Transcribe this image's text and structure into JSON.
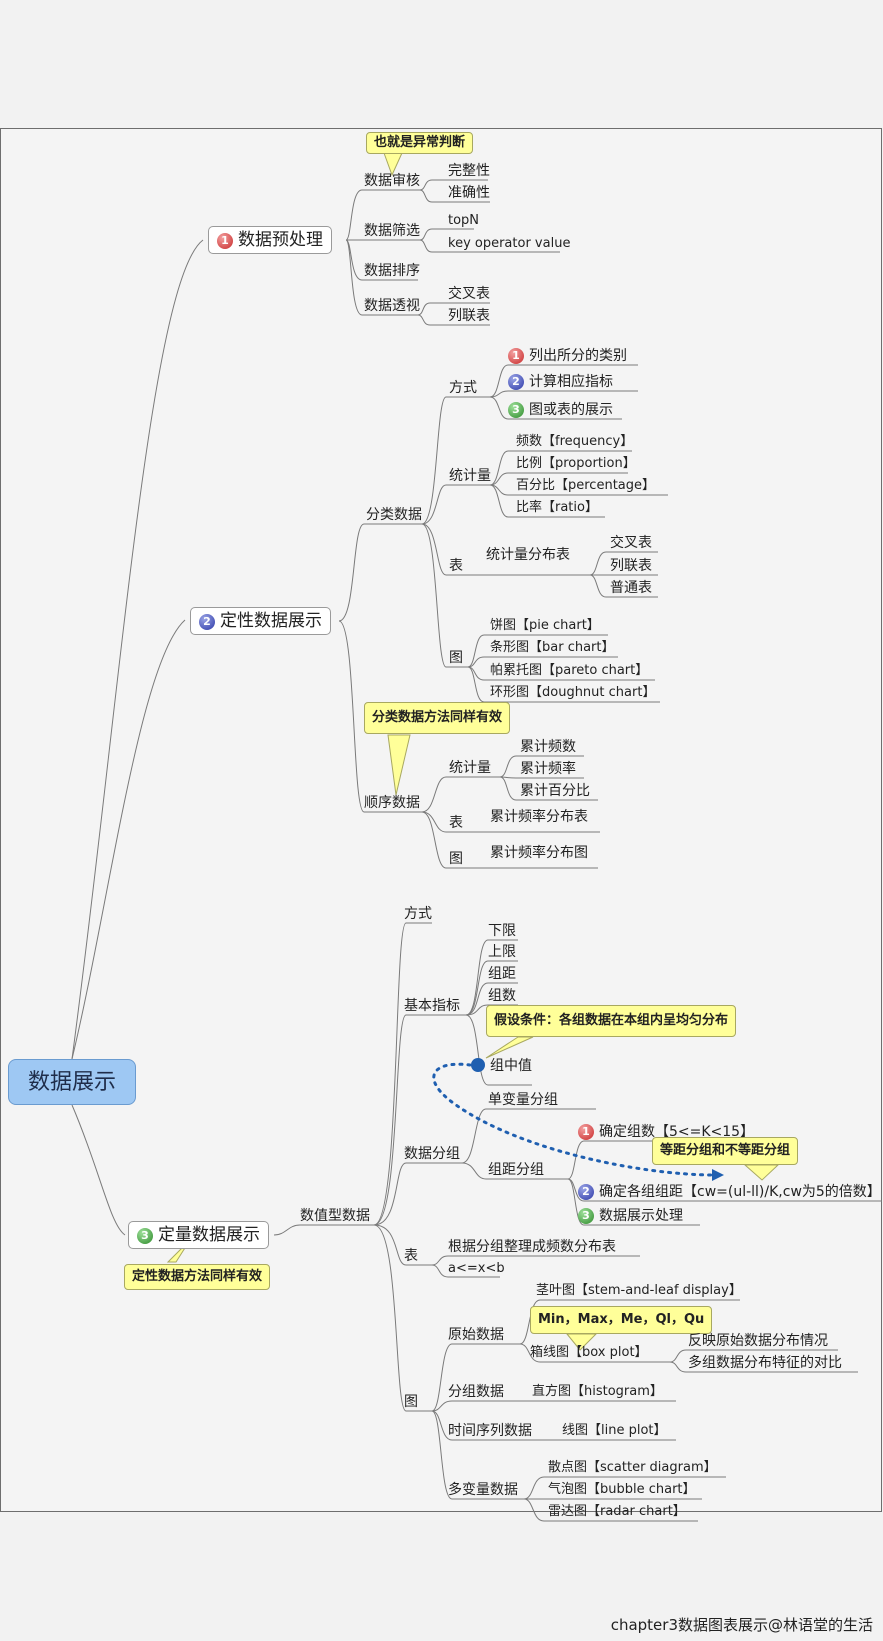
{
  "root": "数据展示",
  "branch1": {
    "title": "数据预处理",
    "badge": "1",
    "note": "也就是异常判断",
    "audit": {
      "label": "数据审核",
      "items": [
        "完整性",
        "准确性"
      ]
    },
    "filter": {
      "label": "数据筛选",
      "items": [
        "topN",
        "key operator value"
      ]
    },
    "sort": {
      "label": "数据排序"
    },
    "pivot": {
      "label": "数据透视",
      "items": [
        "交叉表",
        "列联表"
      ]
    }
  },
  "branch2": {
    "title": "定性数据展示",
    "badge": "2",
    "categorical": {
      "label": "分类数据",
      "method": {
        "label": "方式",
        "items": [
          "列出所分的类别",
          "计算相应指标",
          "图或表的展示"
        ],
        "badges": [
          "1",
          "2",
          "3"
        ]
      },
      "stats": {
        "label": "统计量",
        "items": [
          "频数【frequency】",
          "比例【proportion】",
          "百分比【percentage】",
          "比率【ratio】"
        ]
      },
      "table": {
        "label": "表",
        "sub": "统计量分布表",
        "items": [
          "交叉表",
          "列联表",
          "普通表"
        ]
      },
      "chart": {
        "label": "图",
        "items": [
          "饼图【pie chart】",
          "条形图【bar chart】",
          "帕累托图【pareto chart】",
          "环形图【doughnut chart】"
        ]
      }
    },
    "ordinal": {
      "label": "顺序数据",
      "note": "分类数据方法同样有效",
      "stats": {
        "label": "统计量",
        "items": [
          "累计频数",
          "累计频率",
          "累计百分比"
        ]
      },
      "table": {
        "label": "表",
        "item": "累计频率分布表"
      },
      "chart": {
        "label": "图",
        "item": "累计频率分布图"
      }
    }
  },
  "branch3": {
    "title": "定量数据展示",
    "badge": "3",
    "note": "定性数据方法同样有效",
    "numeric": {
      "label": "数值型数据",
      "method": {
        "label": "方式"
      },
      "basic": {
        "label": "基本指标",
        "items": [
          "下限",
          "上限",
          "组距",
          "组数",
          "组中值"
        ],
        "note": "假设条件：各组数据在本组内呈均匀分布"
      },
      "grouping": {
        "label": "数据分组",
        "single": "单变量分组",
        "interval": {
          "label": "组距分组",
          "note": "等距分组和不等距分组",
          "steps": [
            "确定组数【5<=K<15】",
            "确定各组组距【cw=(ul-ll)/K,cw为5的倍数】",
            "数据展示处理"
          ],
          "badges": [
            "1",
            "2",
            "3"
          ]
        }
      },
      "table": {
        "label": "表",
        "items": [
          "根据分组整理成频数分布表",
          "a<=x<b"
        ]
      },
      "chart": {
        "label": "图",
        "raw": {
          "label": "原始数据",
          "stem": "茎叶图【stem-and-leaf display】",
          "box": "箱线图【box plot】",
          "box_note": "Min，Max，Me，Ql，Qu",
          "box_items": [
            "反映原始数据分布情况",
            "多组数据分布特征的对比"
          ]
        },
        "grouped": {
          "label": "分组数据",
          "item": "直方图【histogram】"
        },
        "timeseries": {
          "label": "时间序列数据",
          "item": "线图【line plot】"
        },
        "multi": {
          "label": "多变量数据",
          "items": [
            "散点图【scatter diagram】",
            "气泡图【bubble chart】",
            "雷达图【radar chart】"
          ]
        }
      }
    }
  },
  "footer": "chapter3数据图表展示@林语堂的生活",
  "colors": {
    "root_bg": "#9ec8f3",
    "note_bg": "#ffff99",
    "line": "#7a7a7a",
    "dotted": "#1f5fb0"
  }
}
